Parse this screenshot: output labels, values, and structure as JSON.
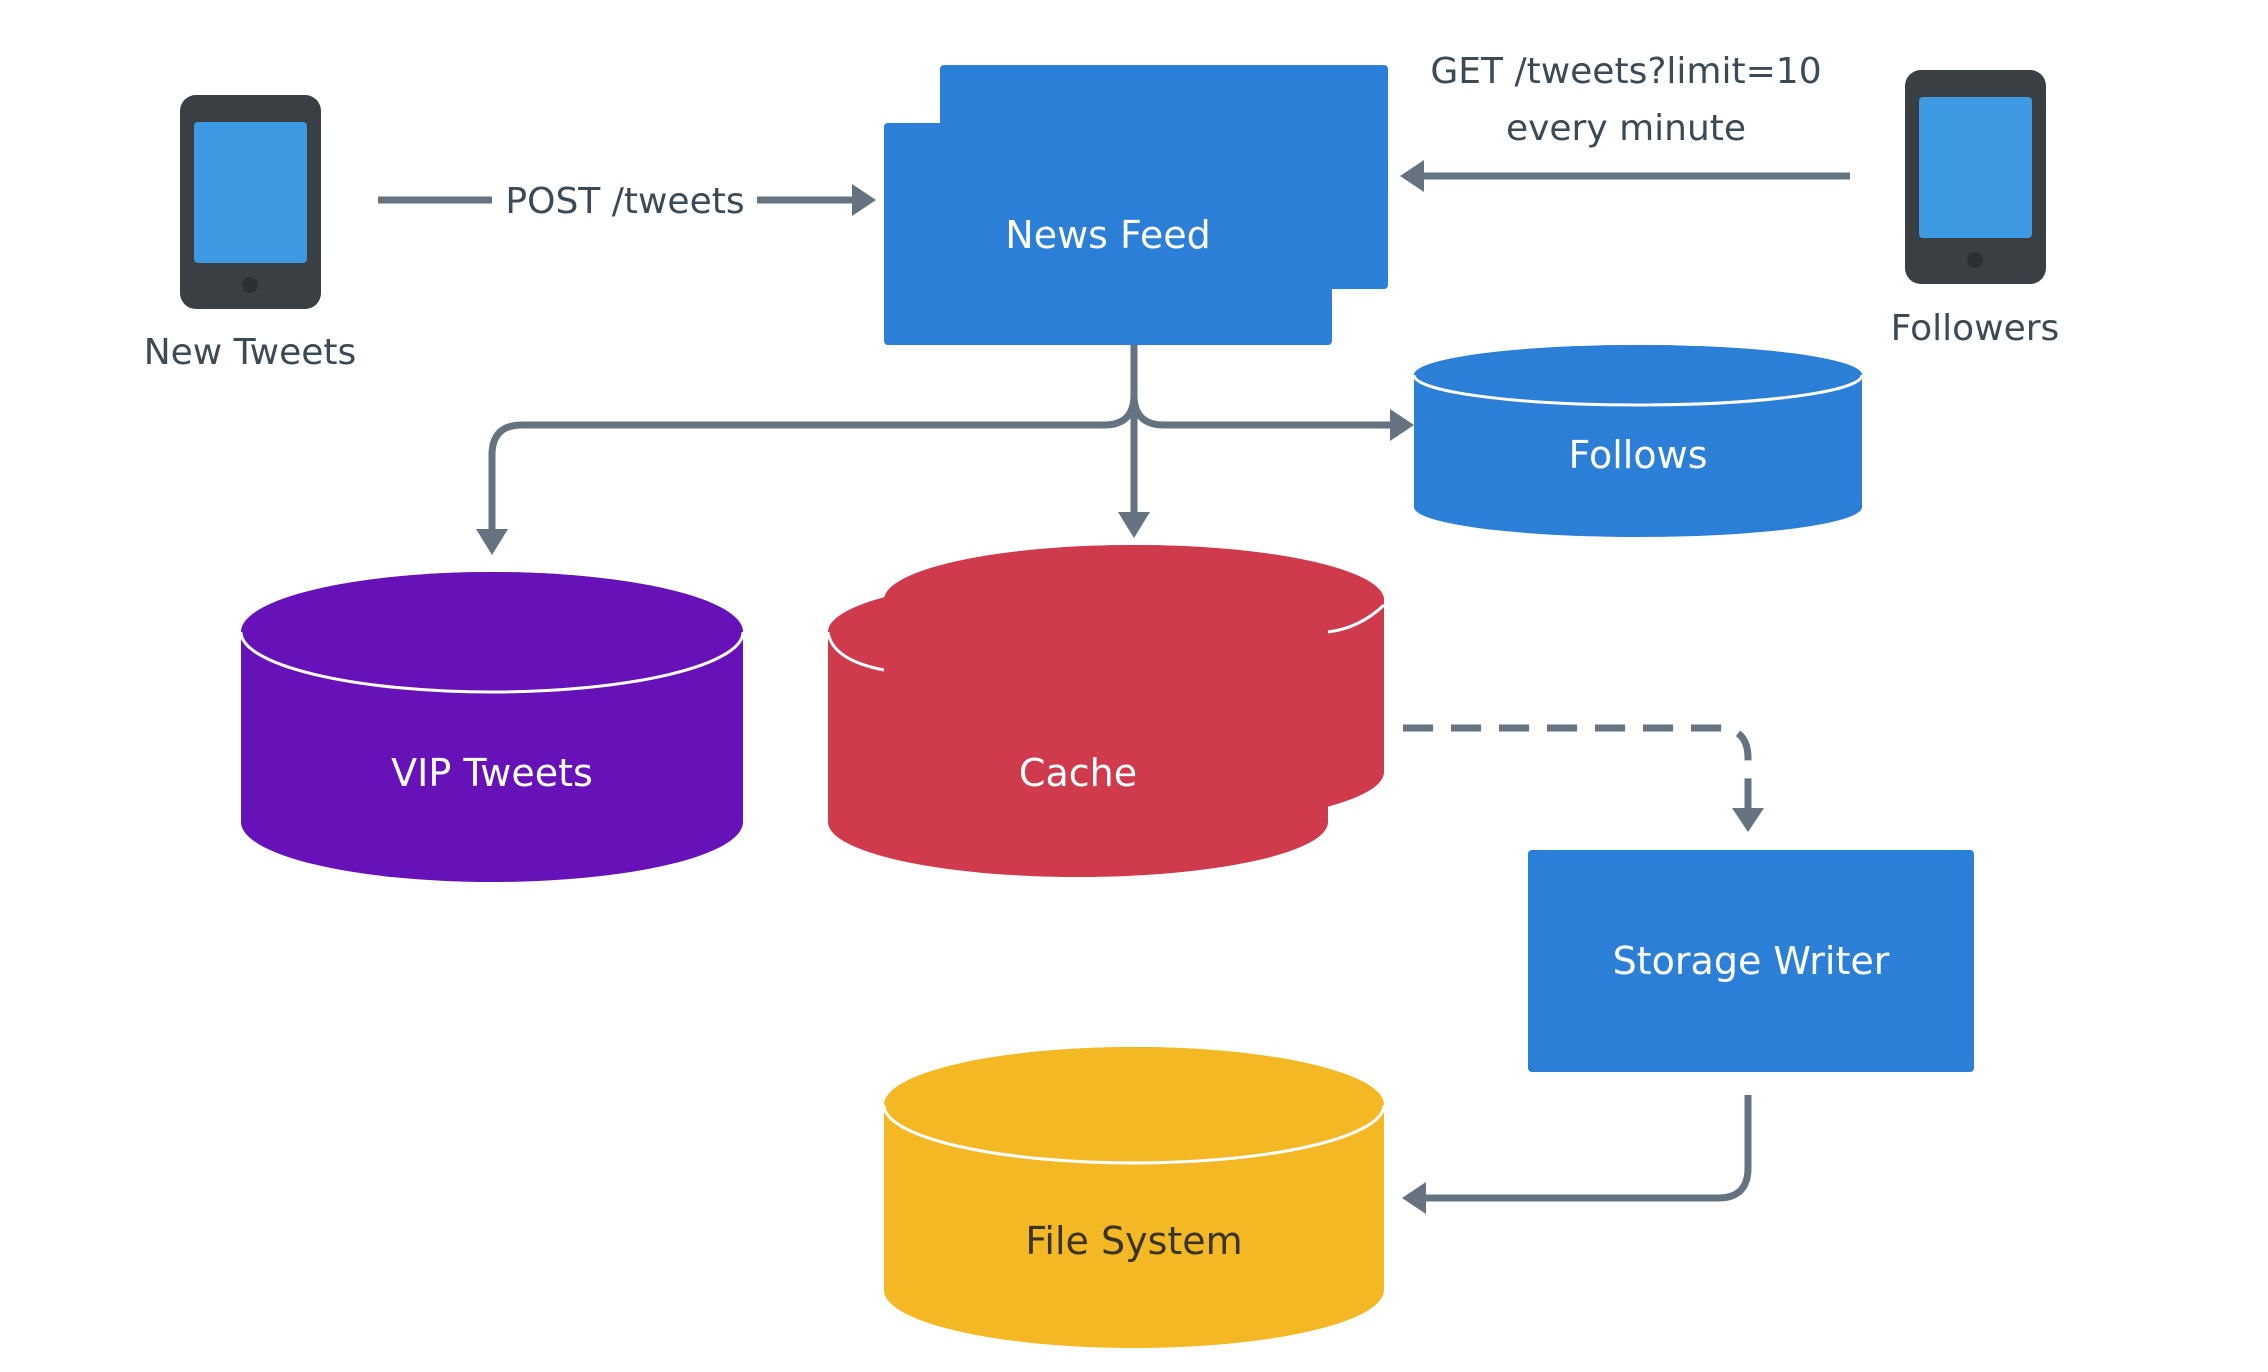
{
  "colors": {
    "blue": "#2b7fd6",
    "purple": "#6711b9",
    "red": "#cf3a4c",
    "yellow": "#f4b824",
    "connector": "#64737f",
    "phone_body": "#3a3f44",
    "phone_screen": "#3d9ae2",
    "text_dark": "#3a4a57"
  },
  "clients": {
    "new_tweets": {
      "label": "New Tweets",
      "icon": "phone-icon"
    },
    "followers": {
      "label": "Followers",
      "icon": "phone-icon"
    }
  },
  "services": {
    "news_feed": "News Feed",
    "storage_writer": "Storage Writer"
  },
  "stores": {
    "follows": "Follows",
    "vip_tweets": "VIP Tweets",
    "cache": "Cache",
    "file_system": "File System"
  },
  "edges": {
    "post_tweets": "POST /tweets",
    "get_tweets_line1": "GET /tweets?limit=10",
    "get_tweets_line2": "every minute"
  }
}
